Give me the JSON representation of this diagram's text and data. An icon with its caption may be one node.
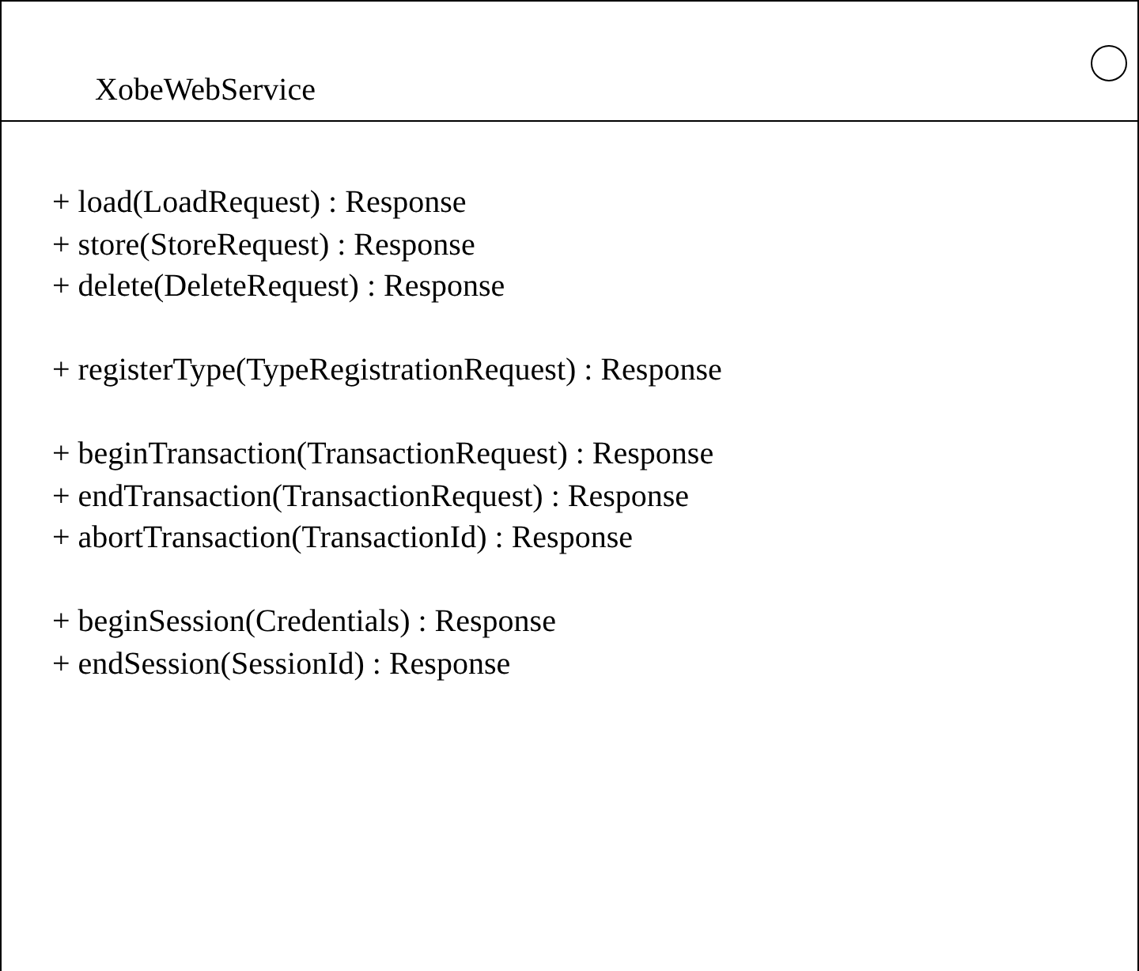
{
  "diagram": {
    "nodes": [
      {
        "text": [
          "XobeWebService",
          "+ load(LoadRequest) : Response",
          "+ store(StoreRequest) : Response",
          "+ delete(DeleteRequest) : Response",
          "+ registerType(TypeRegistrationRequest) : Response",
          "+ beginTransaction(TransactionRequest) : Response",
          "+ endTransaction(TransactionRequest) : Response",
          "+ abortTransaction(TransactionId) : Response",
          "+ beginSession(Credentials) : Response",
          "+ endSession(SessionId) : Response"
        ]
      }
    ]
  }
}
